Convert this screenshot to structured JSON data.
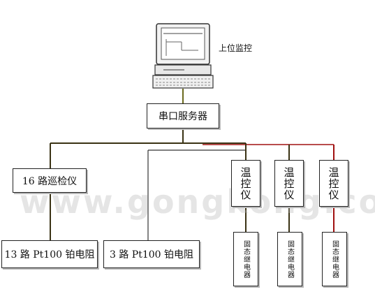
{
  "computer": {
    "label": "上位监控"
  },
  "serial_server": {
    "label": "串口服务器"
  },
  "patrol_meter": {
    "label": "16 路巡检仪"
  },
  "rtd_13": {
    "label": "13 路 Pt100 铂电阻"
  },
  "rtd_3": {
    "label": "3 路 Pt100 铂电阻"
  },
  "temp_controllers": [
    {
      "label": "温控仪"
    },
    {
      "label": "温控仪"
    },
    {
      "label": "温控仪"
    }
  ],
  "ssrs": [
    {
      "label": "固态继电器"
    },
    {
      "label": "固态继电器"
    },
    {
      "label": "固态继电器"
    }
  ],
  "watermark": {
    "text": "www.gongkong.com"
  },
  "colors": {
    "bus_dark": "#3a3214",
    "bus_red": "#a01010",
    "link_olive": "#6b6a1e"
  }
}
